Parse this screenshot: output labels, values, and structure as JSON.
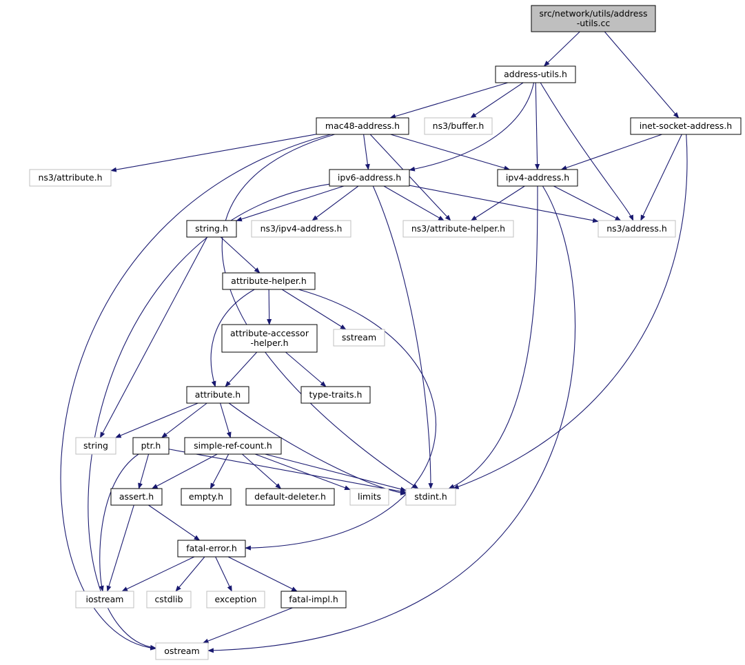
{
  "graph": {
    "colors": {
      "edge": "#191970",
      "root_fill": "#bfbfbf",
      "root_border": "#000000",
      "documented_border": "#000000",
      "external_border": "#bfbfbf",
      "external_text": "#000000"
    },
    "nodes": [
      {
        "id": "address-utils-cc",
        "lines": [
          "src/network/utils/address",
          "-utils.cc"
        ],
        "style": "root"
      },
      {
        "id": "address-utils-h",
        "lines": [
          "address-utils.h"
        ],
        "style": "documented"
      },
      {
        "id": "mac48-address-h",
        "lines": [
          "mac48-address.h"
        ],
        "style": "documented"
      },
      {
        "id": "ns3-buffer-h",
        "lines": [
          "ns3/buffer.h"
        ],
        "style": "external"
      },
      {
        "id": "inet-socket-address-h",
        "lines": [
          "inet-socket-address.h"
        ],
        "style": "documented"
      },
      {
        "id": "ns3-attribute-h",
        "lines": [
          "ns3/attribute.h"
        ],
        "style": "external"
      },
      {
        "id": "ipv6-address-h",
        "lines": [
          "ipv6-address.h"
        ],
        "style": "documented"
      },
      {
        "id": "ipv4-address-h",
        "lines": [
          "ipv4-address.h"
        ],
        "style": "documented"
      },
      {
        "id": "string-h",
        "lines": [
          "string.h"
        ],
        "style": "documented"
      },
      {
        "id": "ns3-ipv4-address-h",
        "lines": [
          "ns3/ipv4-address.h"
        ],
        "style": "external"
      },
      {
        "id": "ns3-attribute-helper-h",
        "lines": [
          "ns3/attribute-helper.h"
        ],
        "style": "external"
      },
      {
        "id": "ns3-address-h",
        "lines": [
          "ns3/address.h"
        ],
        "style": "external"
      },
      {
        "id": "attribute-helper-h",
        "lines": [
          "attribute-helper.h"
        ],
        "style": "documented"
      },
      {
        "id": "attribute-accessor-helper-h",
        "lines": [
          "attribute-accessor",
          "-helper.h"
        ],
        "style": "documented"
      },
      {
        "id": "sstream",
        "lines": [
          "sstream"
        ],
        "style": "external"
      },
      {
        "id": "attribute-h",
        "lines": [
          "attribute.h"
        ],
        "style": "documented"
      },
      {
        "id": "type-traits-h",
        "lines": [
          "type-traits.h"
        ],
        "style": "documented"
      },
      {
        "id": "string",
        "lines": [
          "string"
        ],
        "style": "external"
      },
      {
        "id": "ptr-h",
        "lines": [
          "ptr.h"
        ],
        "style": "documented"
      },
      {
        "id": "simple-ref-count-h",
        "lines": [
          "simple-ref-count.h"
        ],
        "style": "documented"
      },
      {
        "id": "assert-h",
        "lines": [
          "assert.h"
        ],
        "style": "documented"
      },
      {
        "id": "empty-h",
        "lines": [
          "empty.h"
        ],
        "style": "documented"
      },
      {
        "id": "default-deleter-h",
        "lines": [
          "default-deleter.h"
        ],
        "style": "documented"
      },
      {
        "id": "limits",
        "lines": [
          "limits"
        ],
        "style": "external"
      },
      {
        "id": "stdint-h",
        "lines": [
          "stdint.h"
        ],
        "style": "external"
      },
      {
        "id": "fatal-error-h",
        "lines": [
          "fatal-error.h"
        ],
        "style": "documented"
      },
      {
        "id": "iostream",
        "lines": [
          "iostream"
        ],
        "style": "external"
      },
      {
        "id": "cstdlib",
        "lines": [
          "cstdlib"
        ],
        "style": "external"
      },
      {
        "id": "exception",
        "lines": [
          "exception"
        ],
        "style": "external"
      },
      {
        "id": "fatal-impl-h",
        "lines": [
          "fatal-impl.h"
        ],
        "style": "documented"
      },
      {
        "id": "ostream",
        "lines": [
          "ostream"
        ],
        "style": "external"
      }
    ],
    "edges": [
      {
        "from": "address-utils-cc",
        "to": "address-utils-h"
      },
      {
        "from": "address-utils-cc",
        "to": "inet-socket-address-h"
      },
      {
        "from": "address-utils-h",
        "to": "mac48-address-h"
      },
      {
        "from": "address-utils-h",
        "to": "ns3-buffer-h"
      },
      {
        "from": "address-utils-h",
        "to": "ipv6-address-h"
      },
      {
        "from": "address-utils-h",
        "to": "ipv4-address-h"
      },
      {
        "from": "address-utils-h",
        "to": "ns3-address-h"
      },
      {
        "from": "mac48-address-h",
        "to": "ns3-attribute-h"
      },
      {
        "from": "mac48-address-h",
        "to": "ipv6-address-h"
      },
      {
        "from": "mac48-address-h",
        "to": "ipv4-address-h"
      },
      {
        "from": "mac48-address-h",
        "to": "ns3-attribute-helper-h"
      },
      {
        "from": "mac48-address-h",
        "to": "stdint-h"
      },
      {
        "from": "mac48-address-h",
        "to": "ostream"
      },
      {
        "from": "inet-socket-address-h",
        "to": "ipv4-address-h"
      },
      {
        "from": "inet-socket-address-h",
        "to": "ns3-address-h"
      },
      {
        "from": "inet-socket-address-h",
        "to": "stdint-h"
      },
      {
        "from": "ipv6-address-h",
        "to": "string-h"
      },
      {
        "from": "ipv6-address-h",
        "to": "ns3-ipv4-address-h"
      },
      {
        "from": "ipv6-address-h",
        "to": "ns3-attribute-helper-h"
      },
      {
        "from": "ipv6-address-h",
        "to": "ns3-address-h"
      },
      {
        "from": "ipv6-address-h",
        "to": "stdint-h"
      },
      {
        "from": "ipv6-address-h",
        "to": "ostream"
      },
      {
        "from": "ipv4-address-h",
        "to": "ns3-attribute-helper-h"
      },
      {
        "from": "ipv4-address-h",
        "to": "ns3-address-h"
      },
      {
        "from": "ipv4-address-h",
        "to": "stdint-h"
      },
      {
        "from": "ipv4-address-h",
        "to": "ostream"
      },
      {
        "from": "string-h",
        "to": "attribute-helper-h"
      },
      {
        "from": "string-h",
        "to": "string"
      },
      {
        "from": "attribute-helper-h",
        "to": "attribute-accessor-helper-h"
      },
      {
        "from": "attribute-helper-h",
        "to": "sstream"
      },
      {
        "from": "attribute-helper-h",
        "to": "attribute-h"
      },
      {
        "from": "attribute-helper-h",
        "to": "fatal-error-h"
      },
      {
        "from": "attribute-accessor-helper-h",
        "to": "attribute-h"
      },
      {
        "from": "attribute-accessor-helper-h",
        "to": "type-traits-h"
      },
      {
        "from": "attribute-h",
        "to": "string"
      },
      {
        "from": "attribute-h",
        "to": "ptr-h"
      },
      {
        "from": "attribute-h",
        "to": "simple-ref-count-h"
      },
      {
        "from": "attribute-h",
        "to": "stdint-h"
      },
      {
        "from": "ptr-h",
        "to": "assert-h"
      },
      {
        "from": "ptr-h",
        "to": "iostream"
      },
      {
        "from": "ptr-h",
        "to": "stdint-h"
      },
      {
        "from": "simple-ref-count-h",
        "to": "assert-h"
      },
      {
        "from": "simple-ref-count-h",
        "to": "empty-h"
      },
      {
        "from": "simple-ref-count-h",
        "to": "default-deleter-h"
      },
      {
        "from": "simple-ref-count-h",
        "to": "limits"
      },
      {
        "from": "simple-ref-count-h",
        "to": "stdint-h"
      },
      {
        "from": "assert-h",
        "to": "fatal-error-h"
      },
      {
        "from": "assert-h",
        "to": "iostream"
      },
      {
        "from": "fatal-error-h",
        "to": "iostream"
      },
      {
        "from": "fatal-error-h",
        "to": "cstdlib"
      },
      {
        "from": "fatal-error-h",
        "to": "exception"
      },
      {
        "from": "fatal-error-h",
        "to": "fatal-impl-h"
      },
      {
        "from": "fatal-impl-h",
        "to": "ostream"
      }
    ]
  }
}
